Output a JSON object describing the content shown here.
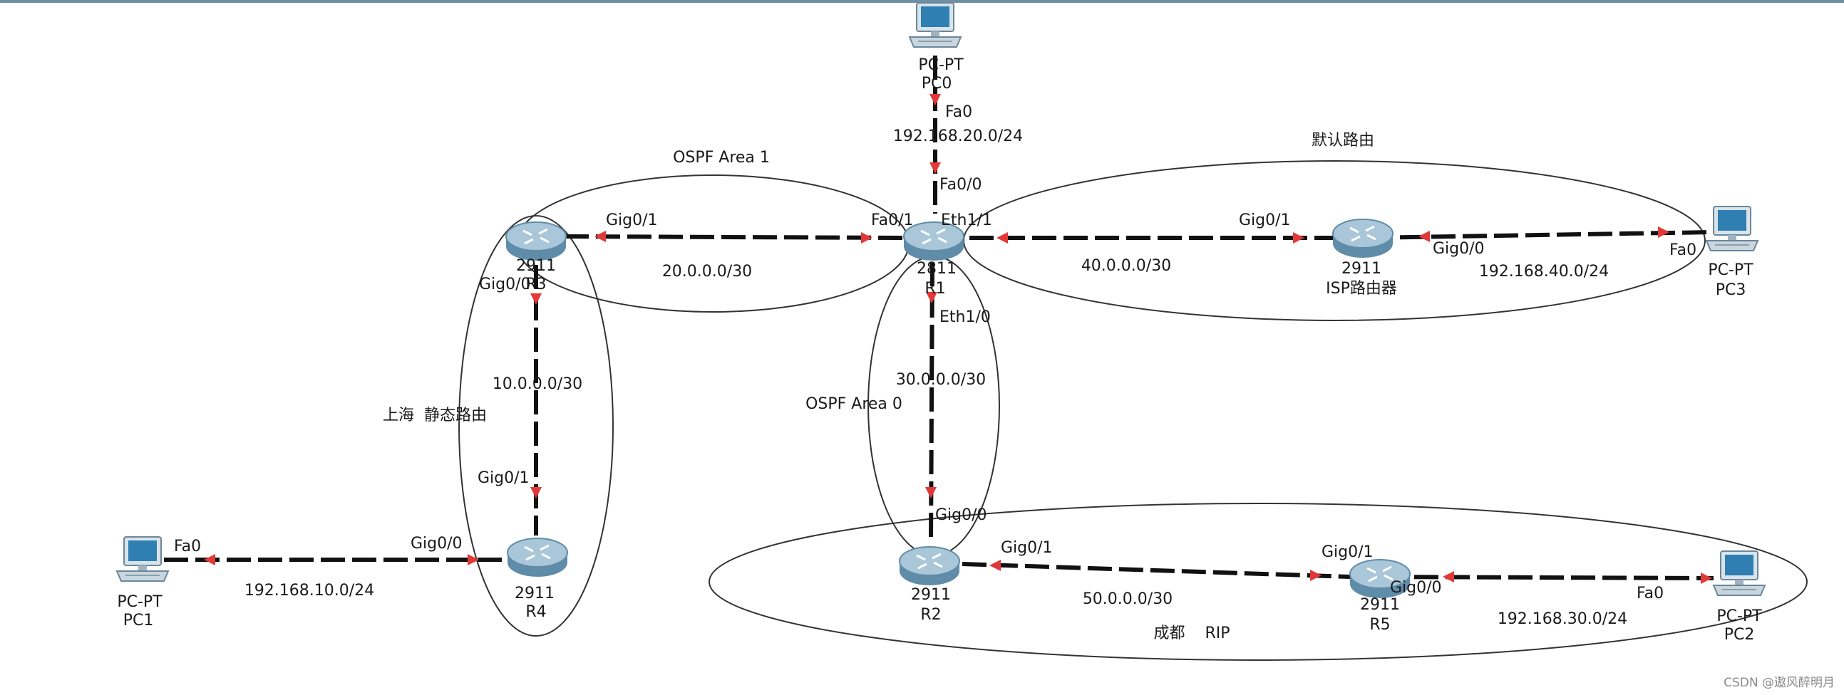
{
  "colors": {
    "link": "#111111",
    "marker": "#e23838",
    "ellipse": "#333333",
    "router_body": "#7aa4bd",
    "router_top": "#a9c7d8",
    "pc_screen": "#2f7fb3",
    "pc_body": "#c9d6de"
  },
  "devices": {
    "pc0": {
      "type": "PC-PT",
      "name": "PC0",
      "icon": "pc-icon"
    },
    "pc1": {
      "type": "PC-PT",
      "name": "PC1",
      "icon": "pc-icon"
    },
    "pc2": {
      "type": "PC-PT",
      "name": "PC2",
      "icon": "pc-icon"
    },
    "pc3": {
      "type": "PC-PT",
      "name": "PC3",
      "icon": "pc-icon"
    },
    "r1": {
      "model": "2811",
      "name": "R1",
      "icon": "router-icon"
    },
    "r2": {
      "model": "2911",
      "name": "R2",
      "icon": "router-icon"
    },
    "r3": {
      "model": "2911",
      "name": "R3",
      "icon": "router-icon"
    },
    "r4": {
      "model": "2911",
      "name": "R4",
      "icon": "router-icon"
    },
    "r5": {
      "model": "2911",
      "name": "R5",
      "icon": "router-icon"
    },
    "isp": {
      "model": "2911",
      "name": "ISP路由器",
      "icon": "router-icon"
    }
  },
  "interfaces": {
    "pc0_fa0": "Fa0",
    "r1_fa00": "Fa0/0",
    "r1_fa01": "Fa0/1",
    "r1_eth11": "Eth1/1",
    "r1_eth10": "Eth1/0",
    "r3_gig01": "Gig0/1",
    "r3_gig00": "Gig0/0",
    "r4_gig01": "Gig0/1",
    "r4_gig00": "Gig0/0",
    "pc1_fa0": "Fa0",
    "isp_gig01": "Gig0/1",
    "isp_gig00": "Gig0/0",
    "pc3_fa0": "Fa0",
    "r2_gig00": "Gig0/0",
    "r2_gig01": "Gig0/1",
    "r5_gig01": "Gig0/1",
    "r5_gig00": "Gig0/0",
    "pc2_fa0": "Fa0"
  },
  "networks": {
    "pc0_r1": "192.168.20.0/24",
    "r3_r1": "20.0.0.0/30",
    "r1_isp": "40.0.0.0/30",
    "isp_pc3": "192.168.40.0/24",
    "r3_r4": "10.0.0.0/30",
    "pc1_r4": "192.168.10.0/24",
    "r1_r2": "30.0.0.0/30",
    "r2_r5": "50.0.0.0/30",
    "r5_pc2": "192.168.30.0/24"
  },
  "regions": {
    "ospf_area1": "OSPF Area 1",
    "ospf_area0": "OSPF Area 0",
    "default_route": "默认路由",
    "shanghai_static": "上海  静态路由",
    "chengdu_rip": "成都    RIP"
  },
  "watermark": "CSDN @遨风醉明月"
}
